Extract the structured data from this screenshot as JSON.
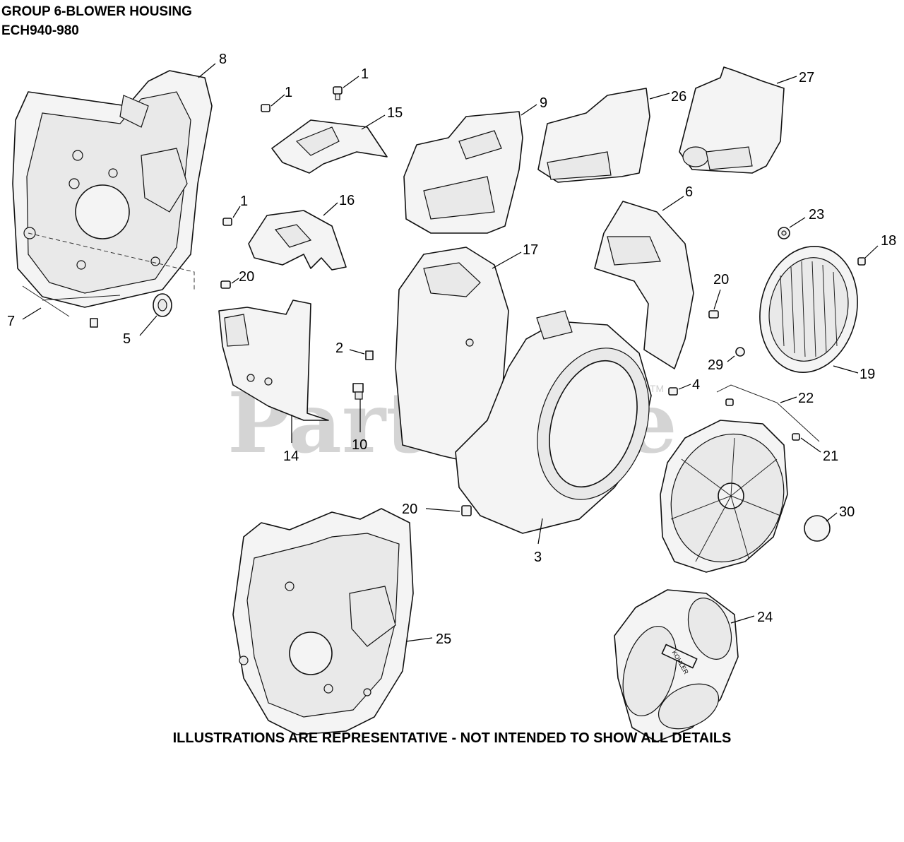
{
  "header": {
    "title_line1": "GROUP 6-BLOWER HOUSING",
    "title_line2": "ECH940-980"
  },
  "watermark": {
    "text": "PartsTree",
    "trademark": "TM"
  },
  "footer": {
    "note": "ILLUSTRATIONS ARE REPRESENTATIVE - NOT INTENDED TO SHOW ALL DETAILS"
  },
  "callouts": {
    "c1a": "1",
    "c1b": "1",
    "c1c": "1",
    "c2": "2",
    "c3": "3",
    "c4": "4",
    "c5": "5",
    "c6": "6",
    "c7": "7",
    "c8": "8",
    "c9": "9",
    "c10": "10",
    "c14": "14",
    "c15": "15",
    "c16": "16",
    "c17": "17",
    "c18": "18",
    "c19": "19",
    "c20a": "20",
    "c20b": "20",
    "c20c": "20",
    "c21": "21",
    "c22": "22",
    "c23": "23",
    "c24": "24",
    "c25": "25",
    "c26": "26",
    "c27": "27",
    "c29": "29",
    "c30": "30"
  },
  "badge": {
    "kohler": "KOHLER"
  }
}
